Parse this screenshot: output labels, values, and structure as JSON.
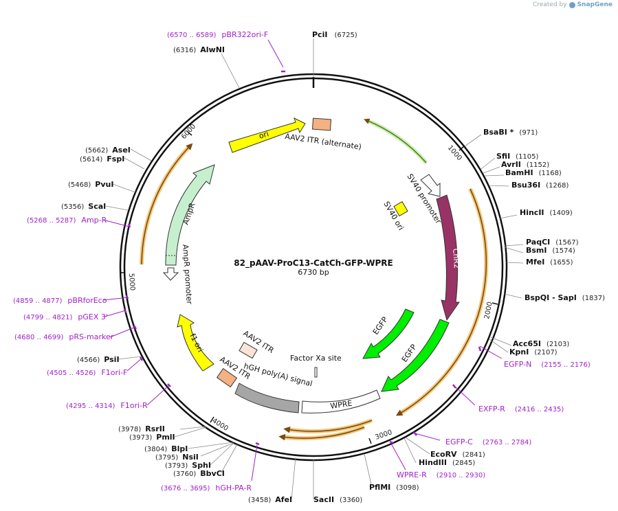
{
  "credit": {
    "prefix": "Created by",
    "brand": "SnapGene"
  },
  "plasmid": {
    "name": "82_pAAV-ProC13-CatCh-GFP-WPRE",
    "size_label": "6730 bp",
    "length": 6730
  },
  "ticks": [
    "1000",
    "2000",
    "3000",
    "4000",
    "5000",
    "6000"
  ],
  "enzymes": [
    {
      "name": "PciI",
      "pos": "(6725)"
    },
    {
      "name": "AlwNI",
      "pos": "(6316)"
    },
    {
      "name": "BsaBI *",
      "pos": "(971)"
    },
    {
      "name": "SfiI",
      "pos": "(1105)"
    },
    {
      "name": "AvrII",
      "pos": "(1152)"
    },
    {
      "name": "BamHI",
      "pos": "(1168)"
    },
    {
      "name": "Bsu36I",
      "pos": "(1268)"
    },
    {
      "name": "HincII",
      "pos": "(1409)"
    },
    {
      "name": "PaqCI",
      "pos": "(1567)"
    },
    {
      "name": "BsmI",
      "pos": "(1574)"
    },
    {
      "name": "MfeI",
      "pos": "(1655)"
    },
    {
      "name": "BspQI - SapI",
      "pos": "(1837)"
    },
    {
      "name": "Acc65I",
      "pos": "(2103)"
    },
    {
      "name": "KpnI",
      "pos": "(2107)"
    },
    {
      "name": "EcoRV",
      "pos": "(2841)"
    },
    {
      "name": "HindIII",
      "pos": "(2845)"
    },
    {
      "name": "PflMI",
      "pos": "(3098)"
    },
    {
      "name": "SacII",
      "pos": "(3360)"
    },
    {
      "name": "AfeI",
      "pos": "(3458)"
    },
    {
      "name": "BbvCI",
      "pos": "(3760)"
    },
    {
      "name": "SphI",
      "pos": "(3793)"
    },
    {
      "name": "NsiI",
      "pos": "(3795)"
    },
    {
      "name": "BlpI",
      "pos": "(3804)"
    },
    {
      "name": "PmlI",
      "pos": "(3973)"
    },
    {
      "name": "RsrII",
      "pos": "(3978)"
    },
    {
      "name": "PsiI",
      "pos": "(4566)"
    },
    {
      "name": "ScaI",
      "pos": "(5356)"
    },
    {
      "name": "PvuI",
      "pos": "(5468)"
    },
    {
      "name": "FspI",
      "pos": "(5614)"
    },
    {
      "name": "AseI",
      "pos": "(5662)"
    }
  ],
  "primers": [
    {
      "name": "pBR322ori-F",
      "range": "(6570 .. 6589)"
    },
    {
      "name": "EGFP-N",
      "range": "(2155 .. 2176)"
    },
    {
      "name": "EXFP-R",
      "range": "(2416 .. 2435)"
    },
    {
      "name": "EGFP-C",
      "range": "(2763 .. 2784)"
    },
    {
      "name": "WPRE-R",
      "range": "(2910 .. 2930)"
    },
    {
      "name": "hGH-PA-R",
      "range": "(3676 .. 3695)"
    },
    {
      "name": "F1ori-R",
      "range": "(4295 .. 4314)"
    },
    {
      "name": "F1ori-F",
      "range": "(4505 .. 4526)"
    },
    {
      "name": "pRS-marker",
      "range": "(4680 .. 4699)"
    },
    {
      "name": "pGEX 3'",
      "range": "(4799 .. 4821)"
    },
    {
      "name": "pBRforEco",
      "range": "(4859 .. 4877)"
    },
    {
      "name": "Amp-R",
      "range": "(5268 .. 5287)"
    }
  ],
  "features": [
    {
      "label": "ori",
      "color": "#ffff00"
    },
    {
      "label": "AAV2 ITR (alternate)",
      "color": "#f4b183"
    },
    {
      "label": "SV40 promoter",
      "color": "#ffffff"
    },
    {
      "label": "SV40 ori",
      "color": "#ffff00"
    },
    {
      "label": "ChR2",
      "color": "#993366"
    },
    {
      "label": "EGFP",
      "color": "#00ee00"
    },
    {
      "label": "EGFP",
      "color": "#00ee00"
    },
    {
      "label": "WPRE",
      "color": "#ffffff"
    },
    {
      "label": "hGH poly(A) signal",
      "color": "#a6a6a6"
    },
    {
      "label": "Factor Xa site",
      "color": "#ffffff"
    },
    {
      "label": "AAV2 ITR",
      "color": "#f4b183"
    },
    {
      "label": "AAV2 ITR",
      "color": "#fbe4d5"
    },
    {
      "label": "f1 ori",
      "color": "#ffff00"
    },
    {
      "label": "AmpR",
      "color": "#c6efce"
    },
    {
      "label": "AmpR promoter",
      "color": "#ffffff"
    }
  ]
}
